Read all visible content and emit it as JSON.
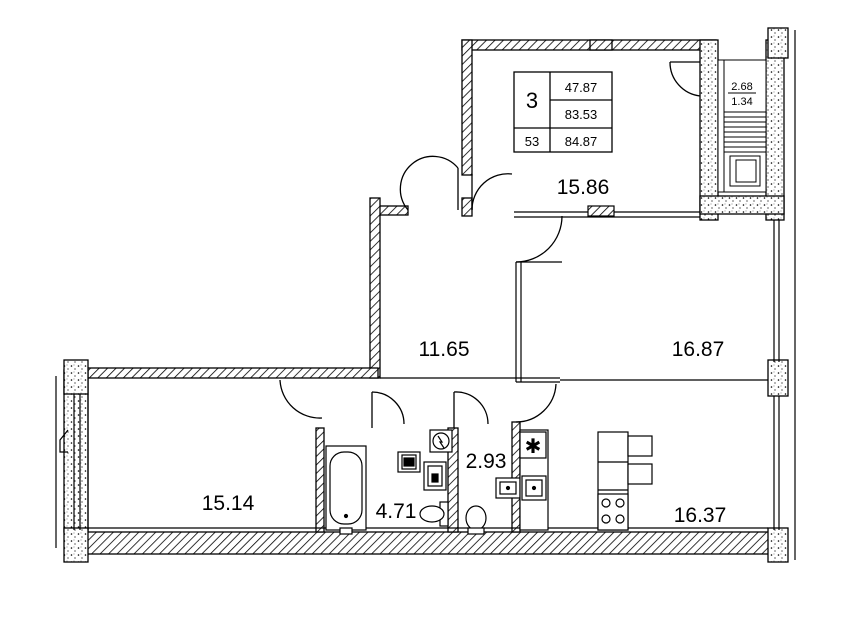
{
  "info_box": {
    "rooms_count": "3",
    "living_area": "47.87",
    "total_area": "83.53",
    "apartment_number": "53",
    "total_with_balcony": "84.87"
  },
  "balcony": {
    "area_full": "2.68",
    "area_reduced": "1.34"
  },
  "rooms": {
    "living_top": "15.86",
    "bedroom_right": "16.87",
    "hall": "11.65",
    "living_left": "15.14",
    "bathroom": "4.71",
    "toilet": "2.93",
    "kitchen": "16.37"
  },
  "symbols": {
    "freezer": "✱"
  }
}
